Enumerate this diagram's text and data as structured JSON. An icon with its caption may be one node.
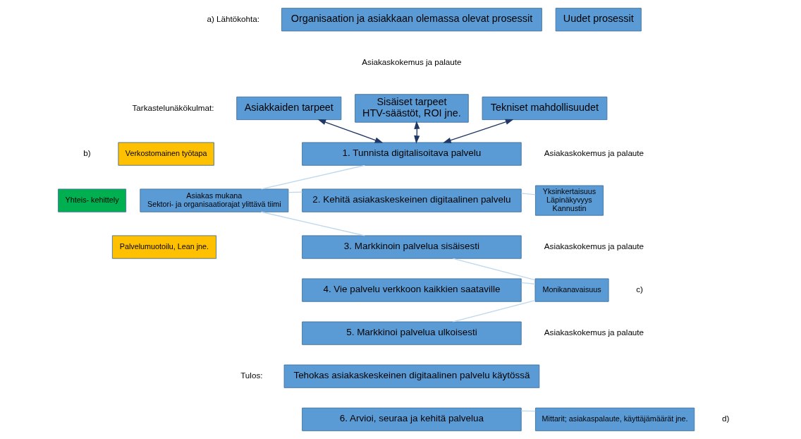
{
  "diagram": {
    "nodes": [
      {
        "text": [
          "Organisaation ja asiakkaan olemassa olevat prosessit"
        ]
      },
      {
        "text": [
          "Uudet prosessit"
        ]
      },
      {
        "text": [
          "Asiakkaiden tarpeet"
        ]
      },
      {
        "text": [
          "Sisäiset tarpeet",
          "HTV-säästöt, ROI jne."
        ]
      },
      {
        "text": [
          "Tekniset mahdollisuudet"
        ]
      },
      {
        "text": [
          "Verkostomainen työtapa"
        ]
      },
      {
        "text": [
          "Yhteis- kehittely"
        ]
      },
      {
        "text": [
          "Asiakas mukana",
          "Sektori- ja organisaatiorajat ylittävä tiimi"
        ]
      },
      {
        "text": [
          "Palvelumuotoilu, Lean jne."
        ]
      },
      {
        "text": [
          "1. Tunnista digitalisoitava palvelu"
        ]
      },
      {
        "text": [
          "2. Kehitä asiakaskeskeinen digitaalinen palvelu"
        ]
      },
      {
        "text": [
          "3. Markkinoin palvelua sisäisesti"
        ]
      },
      {
        "text": [
          "4. Vie palvelu verkkoon kaikkien saataville"
        ]
      },
      {
        "text": [
          "5. Markkinoi palvelua ulkoisesti"
        ]
      },
      {
        "text": [
          "Tehokas asiakaskeskeinen digitaalinen palvelu käytössä"
        ]
      },
      {
        "text": [
          "6. Arvioi, seuraa ja kehitä palvelua"
        ]
      },
      {
        "text": [
          "Yksinkertaisuus",
          "Läpinäkyvyys",
          "Kannustin"
        ]
      },
      {
        "text": [
          "Monikanavaisuus"
        ]
      },
      {
        "text": [
          "Mittarit; asiakaspalaute, käyttäjämäärät jne."
        ]
      }
    ],
    "edges": [
      {
        "from": 2,
        "to": 9,
        "arrow": "both",
        "color": "#203864"
      },
      {
        "from": 3,
        "to": 9,
        "arrow": "both",
        "color": "#203864"
      },
      {
        "from": 4,
        "to": 9,
        "arrow": "both",
        "color": "#203864"
      },
      {
        "from": 7,
        "to": 9,
        "arrow": "none"
      },
      {
        "from": 7,
        "to": 10,
        "arrow": "none"
      },
      {
        "from": 7,
        "to": 11,
        "arrow": "none"
      },
      {
        "from": 10,
        "to": 16,
        "arrow": "none"
      },
      {
        "from": 11,
        "to": 17,
        "arrow": "none"
      },
      {
        "from": 12,
        "to": 17,
        "arrow": "none"
      },
      {
        "from": 13,
        "to": 17,
        "arrow": "none"
      },
      {
        "from": 15,
        "to": 18,
        "arrow": "none"
      }
    ],
    "labels": [
      "a) Lähtökohta:",
      "Asiakaskokemus ja palaute",
      "Tarkastelunäkökulmat:",
      "b)",
      "Asiakaskokemus ja palaute",
      "Asiakaskokemus ja palaute",
      "c)",
      "Asiakaskokemus ja palaute",
      "Tulos:",
      "d)"
    ]
  }
}
